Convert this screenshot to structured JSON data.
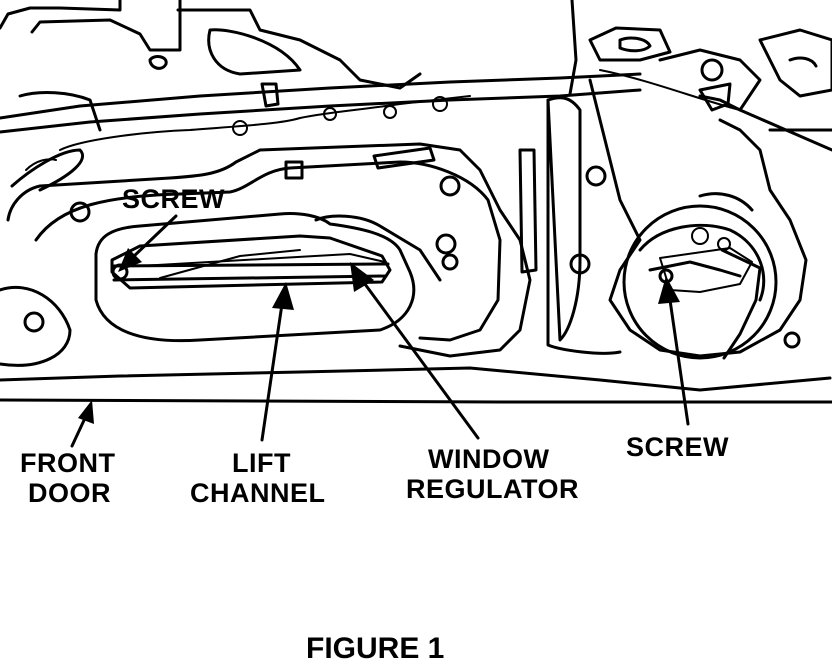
{
  "labels": {
    "screw_top": "SCREW",
    "screw_right": "SCREW",
    "front_door_line1": "FRONT",
    "front_door_line2": "DOOR",
    "lift_channel_line1": "LIFT",
    "lift_channel_line2": "CHANNEL",
    "window_regulator_line1": "WINDOW",
    "window_regulator_line2": "REGULATOR"
  },
  "caption": "FIGURE 1"
}
